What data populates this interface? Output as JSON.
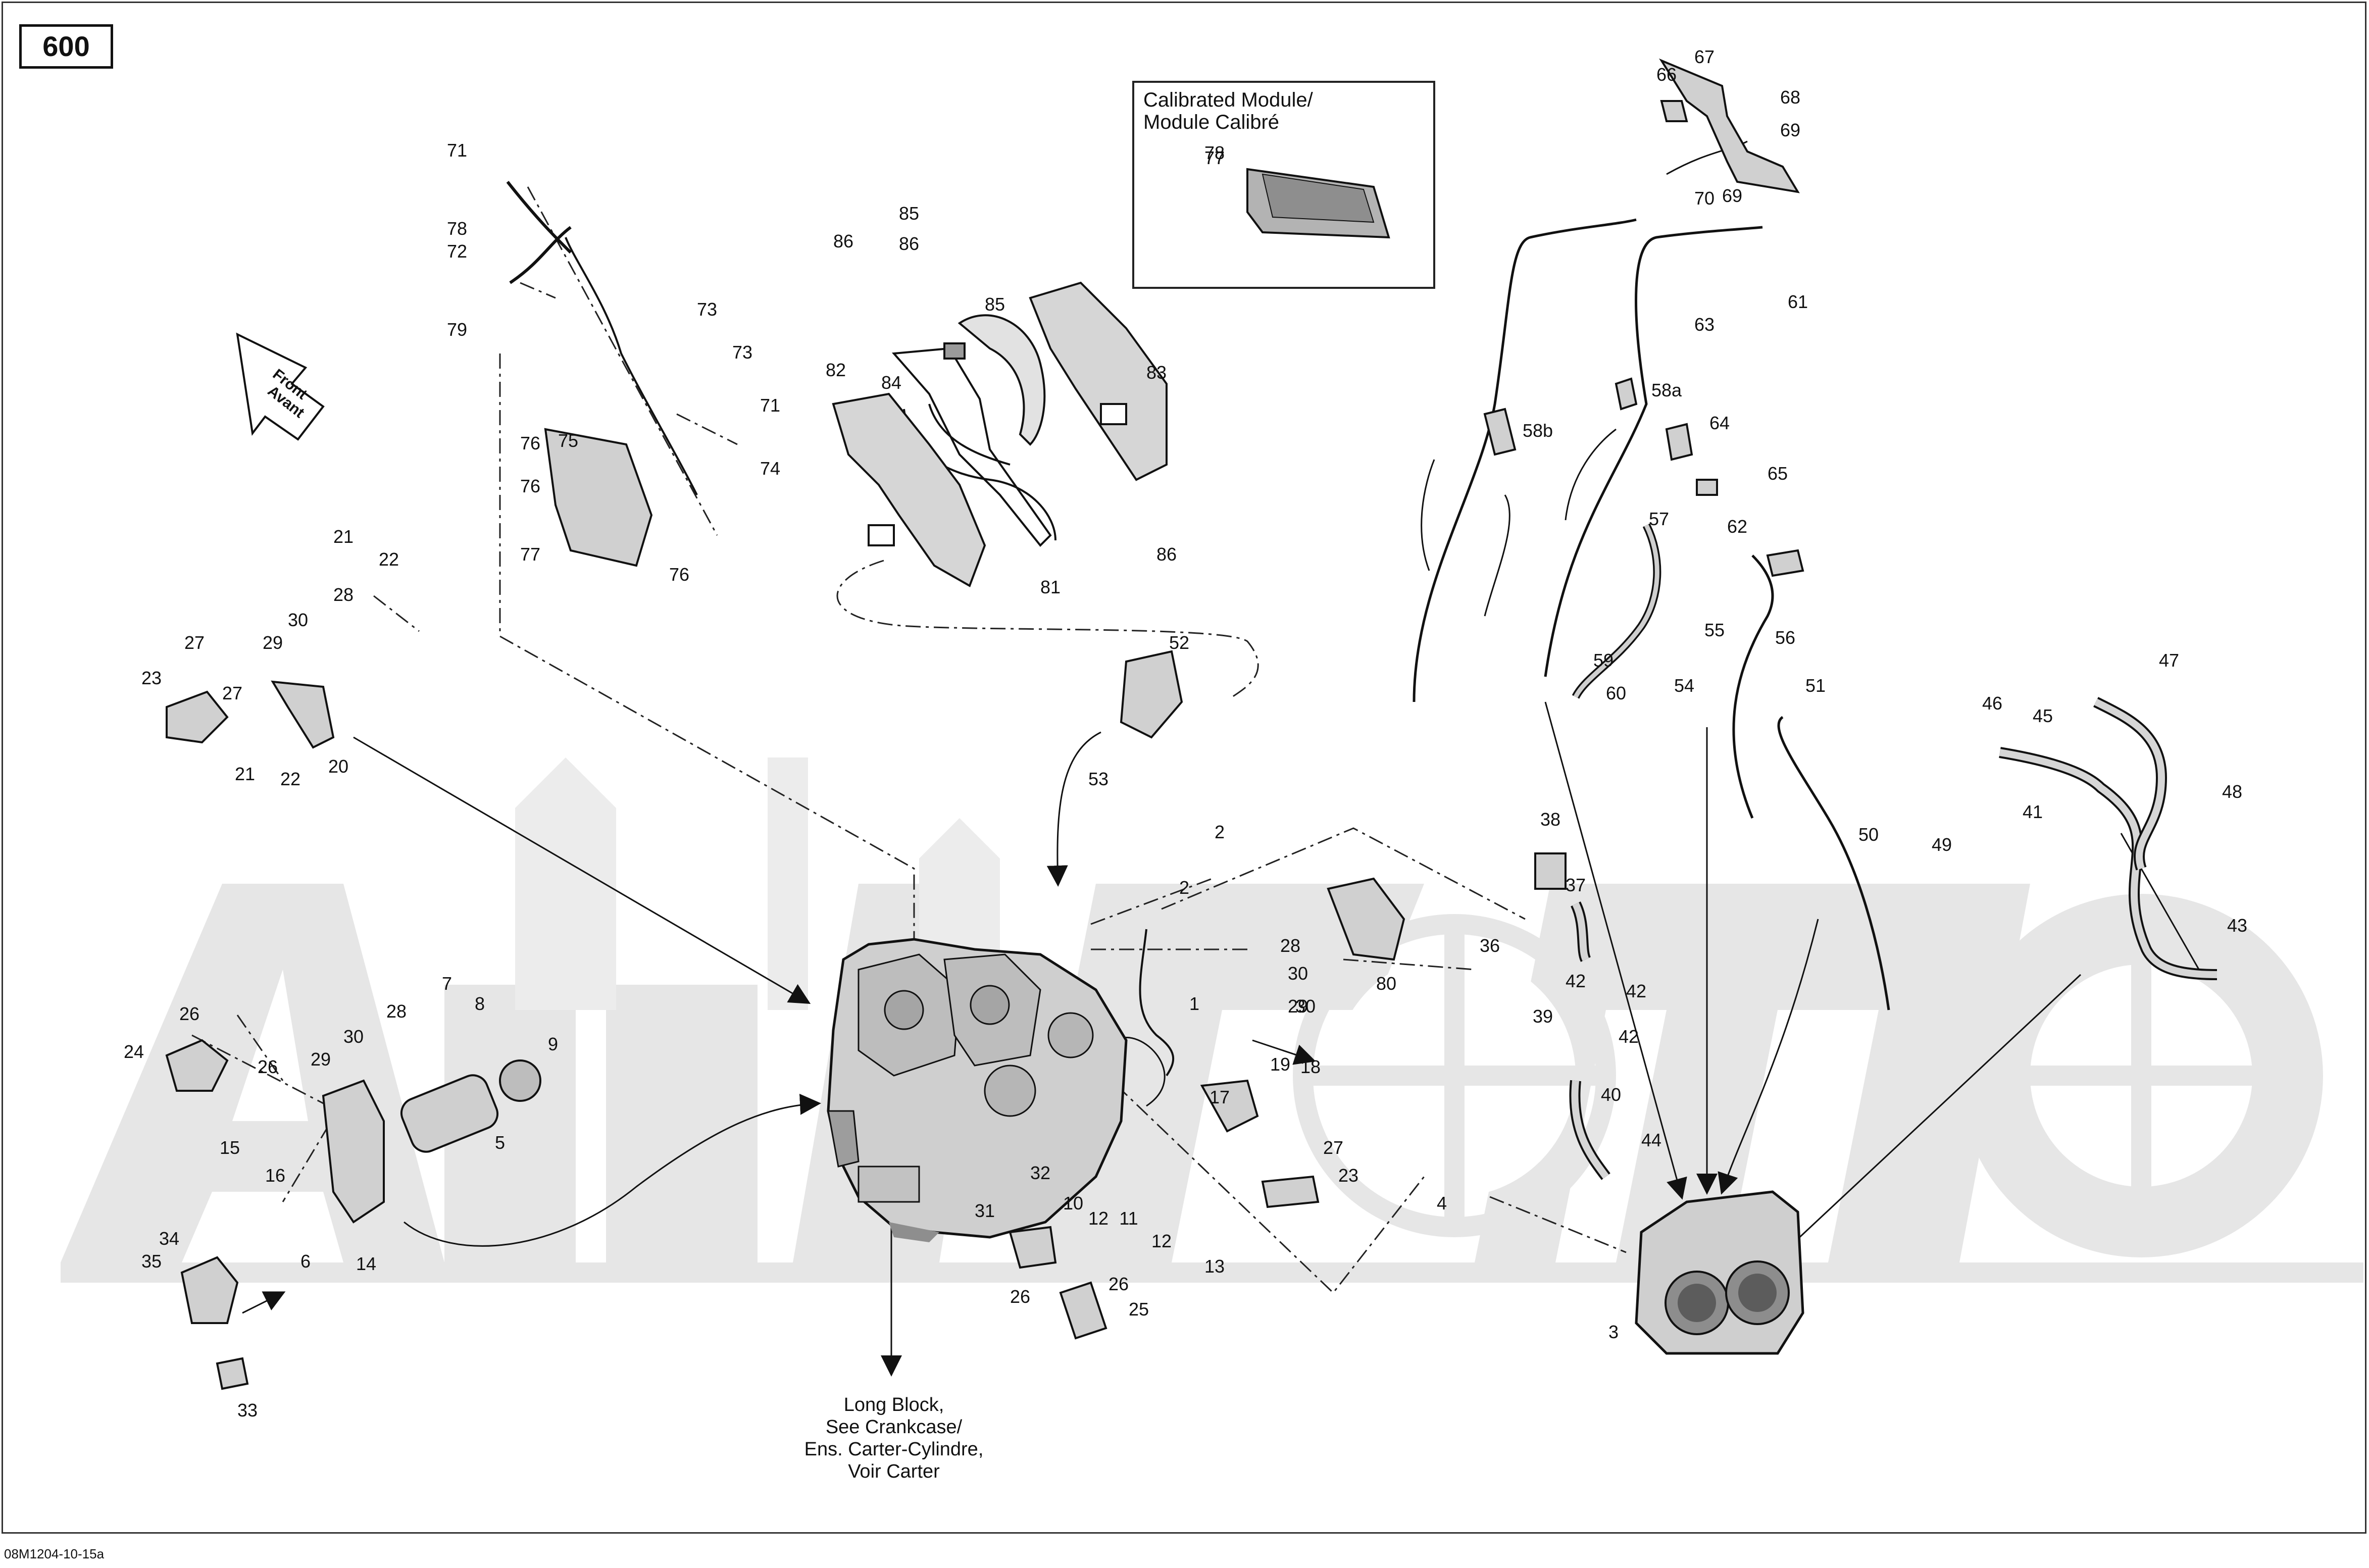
{
  "page": {
    "number": "600",
    "document_id": "08M1204-10-15a"
  },
  "direction_arrow": {
    "line1": "Front",
    "line2": "Avant"
  },
  "calibrated_module": {
    "title_line1": "Calibrated Module/",
    "title_line2": "Module Calibré",
    "part": "77"
  },
  "long_block_note": {
    "line1": "Long Block,",
    "line2": "See Crankcase/",
    "line3": "Ens. Carter-Cylindre,",
    "line4": "Voir Carter"
  },
  "callouts": [
    "1",
    "2",
    "2",
    "3",
    "4",
    "5",
    "6",
    "7",
    "8",
    "9",
    "10",
    "11",
    "12",
    "12",
    "13",
    "14",
    "15",
    "16",
    "17",
    "18",
    "19",
    "20",
    "21",
    "21",
    "22",
    "22",
    "23",
    "23",
    "24",
    "25",
    "26",
    "26",
    "26",
    "26",
    "27",
    "27",
    "27",
    "28",
    "28",
    "28",
    "29",
    "29",
    "29",
    "30",
    "30",
    "30",
    "30",
    "31",
    "32",
    "33",
    "34",
    "35",
    "36",
    "37",
    "38",
    "39",
    "40",
    "41",
    "42",
    "42",
    "42",
    "43",
    "44",
    "45",
    "46",
    "47",
    "48",
    "49",
    "50",
    "51",
    "52",
    "53",
    "54",
    "55",
    "56",
    "57",
    "58a",
    "58b",
    "59",
    "60",
    "61",
    "62",
    "63",
    "64",
    "65",
    "66",
    "67",
    "68",
    "69",
    "69",
    "70",
    "71",
    "71",
    "72",
    "73",
    "73",
    "74",
    "75",
    "76",
    "76",
    "76",
    "77",
    "78",
    "78",
    "79",
    "80",
    "81",
    "82",
    "83",
    "84",
    "85",
    "85",
    "86",
    "86",
    "86"
  ],
  "colors": {
    "line": "#111111",
    "part_fill": "#d2d2d2",
    "part_dark": "#8a8a8a",
    "watermark": "#e4e4e4"
  }
}
